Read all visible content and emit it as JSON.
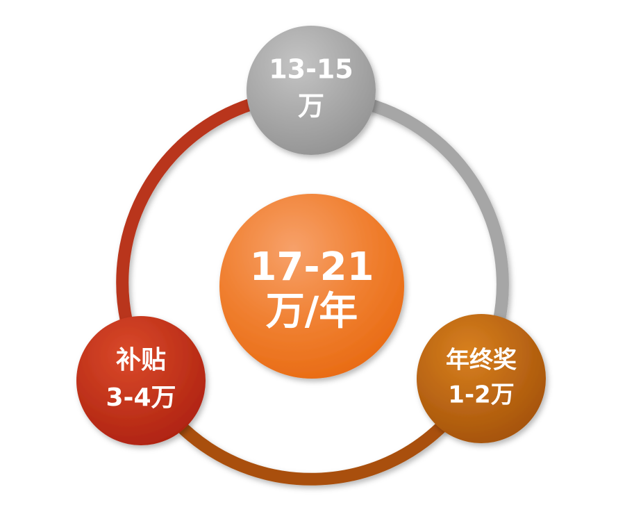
{
  "diagram": {
    "center": {
      "line1": "17-21",
      "line2": "万/年",
      "color": "#F07E2E"
    },
    "nodes": [
      {
        "id": "base-salary",
        "line1": "13-15",
        "line2": "万",
        "color": "#A3A3A3"
      },
      {
        "id": "year-end-bonus",
        "line1": "年终奖",
        "line2": "1-2万",
        "color": "#B5600F"
      },
      {
        "id": "subsidy",
        "line1": "补贴",
        "line2": "3-4万",
        "color": "#BE2A12"
      }
    ],
    "arcs": [
      {
        "from": "base-salary",
        "to": "year-end-bonus",
        "color": "#A6A6A6"
      },
      {
        "from": "year-end-bonus",
        "to": "subsidy",
        "color": "#A9500C"
      },
      {
        "from": "subsidy",
        "to": "base-salary",
        "color": "#B9341C"
      }
    ]
  }
}
